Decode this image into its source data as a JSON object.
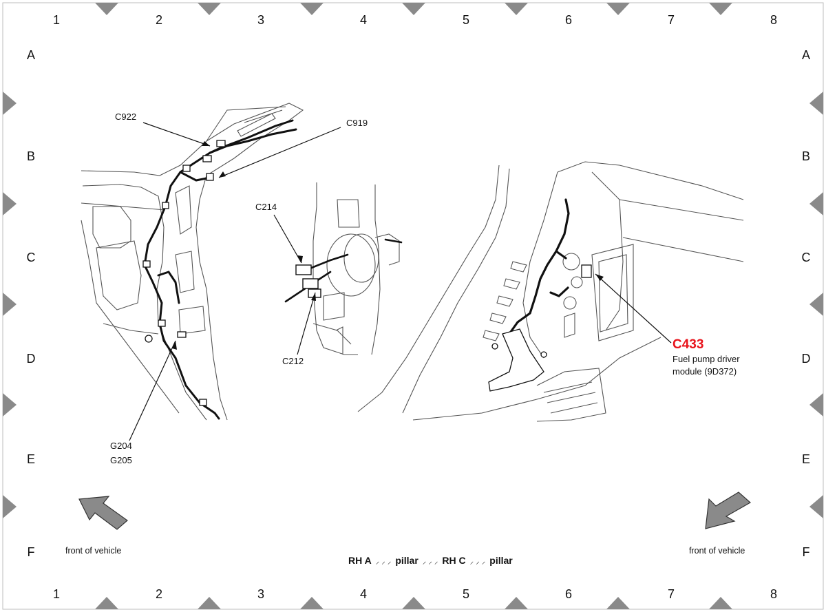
{
  "grid": {
    "columns": [
      "1",
      "2",
      "3",
      "4",
      "5",
      "6",
      "7",
      "8"
    ],
    "rows": [
      "A",
      "B",
      "C",
      "D",
      "E",
      "F"
    ]
  },
  "callouts": {
    "c922": "C922",
    "c919": "C919",
    "c214": "C214",
    "c212": "C212",
    "g204": "G204",
    "g205": "G205"
  },
  "highlight": {
    "connector": "C433",
    "description_line1": "Fuel pump driver",
    "description_line2": "module (9D372)",
    "color": "#e8141c"
  },
  "orientation": {
    "left_label": "front of vehicle",
    "right_label": "front of vehicle",
    "arrow_color": "#8a8a8a"
  },
  "caption": {
    "part1": "RH A",
    "part2": "pillar",
    "part3": "RH C",
    "part4": "pillar",
    "sep1": "⸝  ⸝  ⸝",
    "sep2": "⸝  ⸝  ⸝",
    "sep3": "⸝  ⸝  ⸝"
  }
}
